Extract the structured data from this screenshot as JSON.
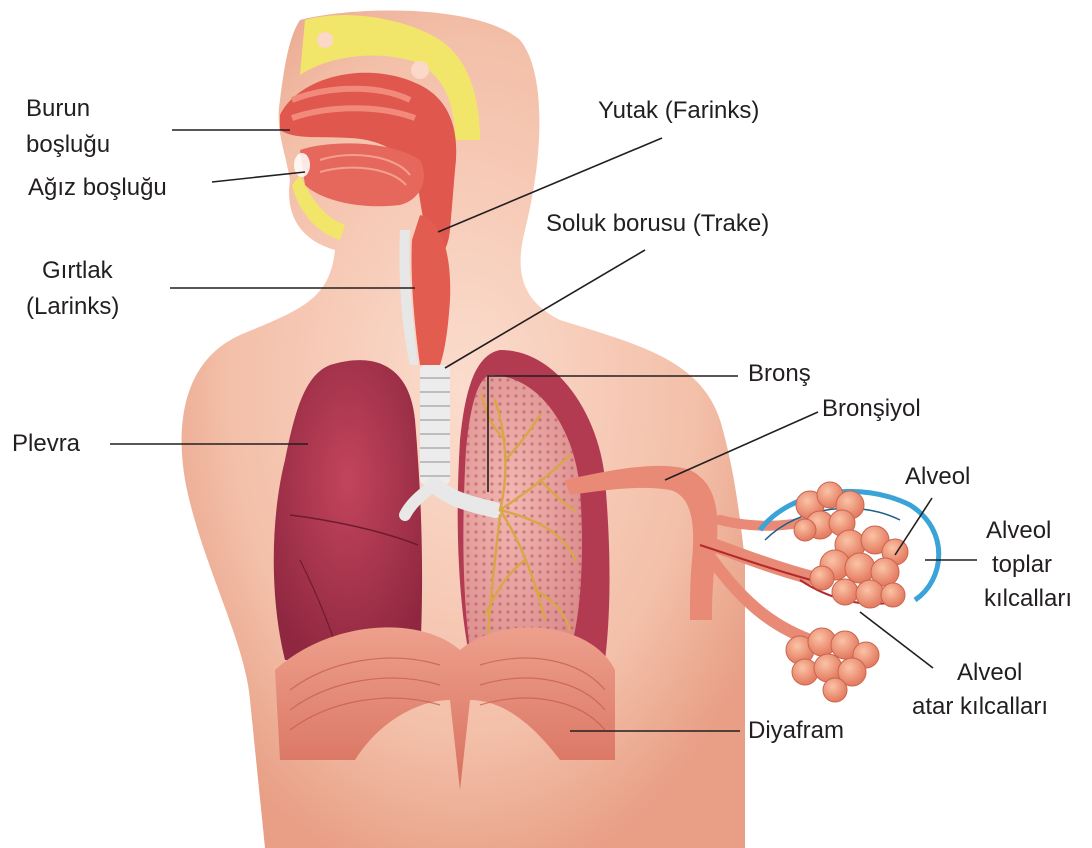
{
  "labels": {
    "burun_1": "Burun",
    "burun_2": "boşluğu",
    "agiz": "Ağız boşluğu",
    "girtlak_1": "Gırtlak",
    "girtlak_2": "(Larinks)",
    "plevra": "Plevra",
    "yutak": "Yutak (Farinks)",
    "soluk": "Soluk borusu (Trake)",
    "bronsh": "Bronş",
    "bronshiyol": "Bronşiyol",
    "alveol": "Alveol",
    "toplar_1": "Alveol",
    "toplar_2": "toplar",
    "toplar_3": "kılcalları",
    "atar_1": "Alveol",
    "atar_2": "atar kılcalları",
    "diyafram": "Diyafram"
  },
  "colors": {
    "skin": "#f6c9b4",
    "skin_shade": "#eaa58c",
    "lung_left": "#a33148",
    "lung_right": "#b23b52",
    "lung_inner": "#e9a6a2",
    "bronchi": "#d9a64a",
    "trachea": "#e6e6e6",
    "muscle": "#e58a78",
    "alveoli": "#f0967a",
    "capillary_blue": "#3aa3d8",
    "sinus_yellow": "#f2e66a",
    "leader": "#231f20"
  }
}
